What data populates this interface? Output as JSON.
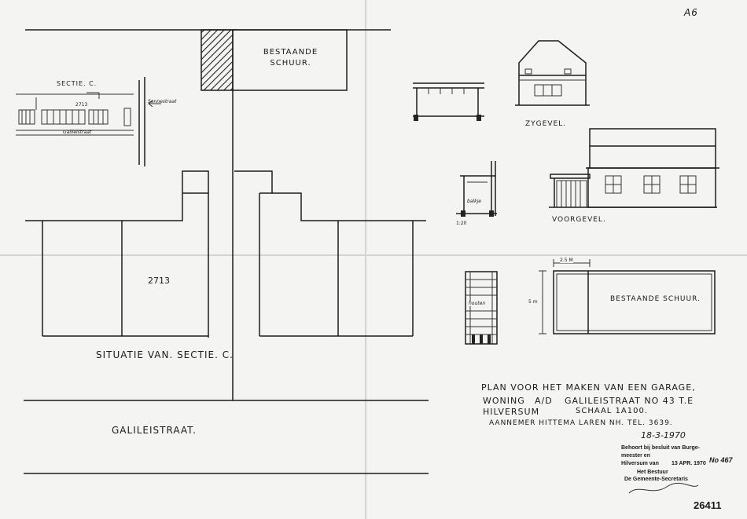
{
  "drawing": {
    "corner_mark": "A6",
    "existing_shed_top": "BESTAANDE SCHUUR.",
    "section_label": "SECTIE. C.",
    "parcel_small": "2713",
    "north_arrow_label": "Sennestraat",
    "street_small": "Galileistraat",
    "parcel_number": "2713",
    "site_title": "SITUATIE VAN. SECTIE. C.",
    "street_name": "GALILEISTRAAT.",
    "side_elevation": "ZYGEVEL.",
    "front_elevation": "VOORGEVEL.",
    "section_note": "balkje",
    "section_number": "1:20",
    "floorplan_label": "BESTAANDE SCHUUR.",
    "dimension_width": "2.5 M",
    "dimension_depth": "5 m",
    "stair_label": "houten",
    "title_block": {
      "line1": "PLAN VOOR HET MAKEN VAN EEN GARAGE,",
      "line2_a": "WONING",
      "line2_b": "A/D",
      "line2_c": "GALILEISTRAAT  NO 43  T.E",
      "line3_a": "HILVERSUM",
      "line3_b": "SCHAAL 1A100.",
      "line4": "AANNEMER HITTEMA LAREN NH.   TEL. 3639.",
      "date": "18-3-1970"
    },
    "stamp": {
      "line1": "Behoort bij besluit van Burge-",
      "line2": "meester en",
      "line3": "Hilversum van",
      "date": "13 APR. 1970",
      "number": "No 467",
      "line4": "Het Bestuur",
      "line5": "De Gemeente-Secretaris"
    },
    "archive_number": "26411"
  }
}
